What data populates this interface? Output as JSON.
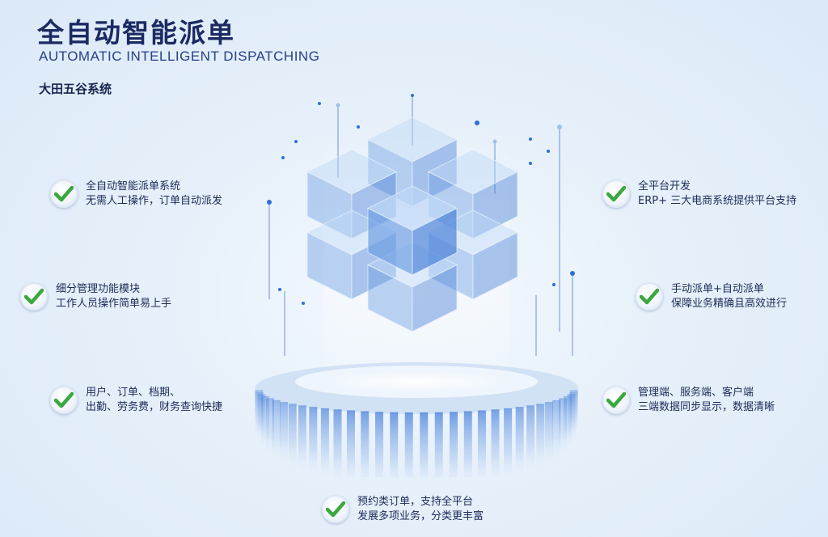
{
  "header": {
    "title_cn": "全自动智能派单",
    "title_en": "AUTOMATIC INTELLIGENT DISPATCHING",
    "system_name": "大田五谷系统"
  },
  "features": [
    {
      "line1": "全自动智能派单系统",
      "line2": "无需人工操作，订单自动派发"
    },
    {
      "line1": "细分管理功能模块",
      "line2": "工作人员操作简单易上手"
    },
    {
      "line1": "用户、订单、档期、",
      "line2": "出勤、劳务费，财务查询快捷"
    },
    {
      "line1": "全平台开发",
      "line2": "ERP+ 三大电商系统提供平台支持"
    },
    {
      "line1": "手动派单+自动派单",
      "line2": "保障业务精确且高效进行"
    },
    {
      "line1": "管理端、服务端、客户端",
      "line2": "三端数据同步显示，数据清晰"
    },
    {
      "line1": "预约类订单，支持全平台",
      "line2": "发展多项业务，分类更丰富"
    }
  ],
  "icons": {
    "check": "check-icon",
    "hero": "cube-cluster-illustration"
  },
  "colors": {
    "check_green": "#3aa83f",
    "title": "#1b2a63",
    "accent_blue": "#2f6fd6"
  }
}
